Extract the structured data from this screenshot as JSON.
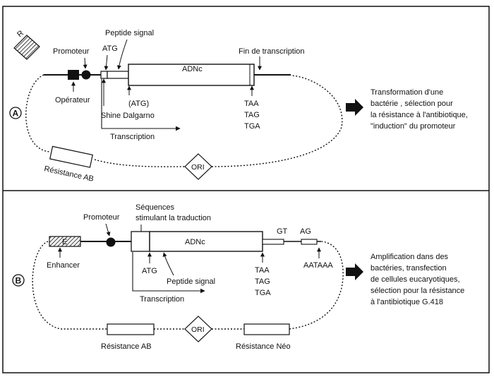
{
  "panel_a": {
    "marker": "A",
    "r_label": "R",
    "promoteur": "Promoteur",
    "operateur": "Opérateur",
    "peptide_signal": "Peptide signal",
    "atg": "ATG",
    "atg_paren": "(ATG)",
    "shine_dalgarno": "Shine Dalgarno",
    "adnc": "ADNc",
    "fin_transcription": "Fin de transcription",
    "stop_codons": [
      "TAA",
      "TAG",
      "TGA"
    ],
    "transcription": "Transcription",
    "resistance": "Résistance AB",
    "ori": "ORI",
    "description": [
      "Transformation d'une",
      "bactérie , sélection pour",
      "la résistance à l'antibiotique,",
      "\"induction\" du promoteur"
    ]
  },
  "panel_b": {
    "marker": "B",
    "e_label": "E",
    "enhancer": "Enhancer",
    "promoteur": "Promoteur",
    "sequences": [
      "Séquences",
      "stimulant la traduction"
    ],
    "adnc": "ADNc",
    "gt": "GT",
    "ag": "AG",
    "atg": "ATG",
    "peptide_signal": "Peptide signal",
    "stop_codons": [
      "TAA",
      "TAG",
      "TGA"
    ],
    "aataaa": "AATAAA",
    "transcription": "Transcription",
    "resistance_ab": "Résistance AB",
    "ori": "ORI",
    "resistance_neo": "Résistance Néo",
    "description": [
      "Amplification dans des",
      "bactéries, transfection",
      "de cellules eucaryotiques,",
      "sélection pour la résistance",
      "à l'antibiotique G.418"
    ]
  },
  "colors": {
    "ink": "#111111",
    "paper": "#ffffff"
  }
}
